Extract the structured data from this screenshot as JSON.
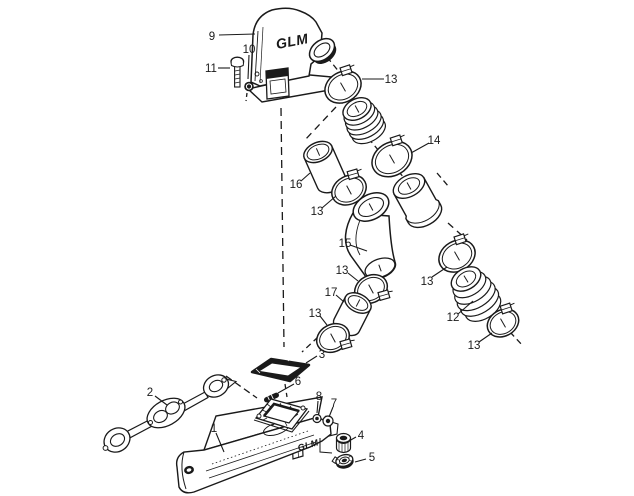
{
  "figure": {
    "type": "exploded-parts-diagram",
    "brand": "GLM",
    "background_color": "#ffffff",
    "line_color": "#1a1a1a",
    "callouts": [
      {
        "ref": "1"
      },
      {
        "ref": "2"
      },
      {
        "ref": "3"
      },
      {
        "ref": "4"
      },
      {
        "ref": "5"
      },
      {
        "ref": "6"
      },
      {
        "ref": "7"
      },
      {
        "ref": "8"
      },
      {
        "ref": "9"
      },
      {
        "ref": "10"
      },
      {
        "ref": "11"
      },
      {
        "ref": "12"
      },
      {
        "ref": "13"
      },
      {
        "ref": "13"
      },
      {
        "ref": "13"
      },
      {
        "ref": "13"
      },
      {
        "ref": "13"
      },
      {
        "ref": "13"
      },
      {
        "ref": "14"
      },
      {
        "ref": "15"
      },
      {
        "ref": "16"
      },
      {
        "ref": "17"
      }
    ]
  }
}
